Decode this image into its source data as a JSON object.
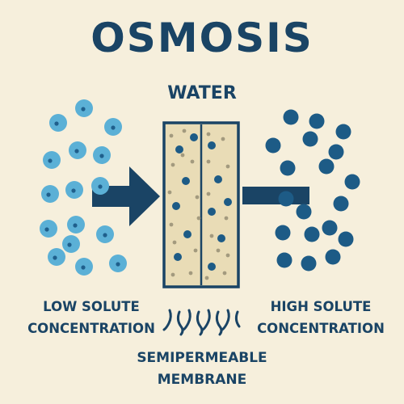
{
  "title": "OSMOSIS",
  "water_label": "WATER",
  "left_label": {
    "line1": "LOW SOLUTE",
    "line2": "CONCENTRATION"
  },
  "right_label": {
    "line1": "HIGH SOLUTE",
    "line2": "CONCENTRATION"
  },
  "membrane_label": {
    "line1": "SEMIPERMEABLE",
    "line2": "MEMBRANE"
  },
  "colors": {
    "background": "#f6efdc",
    "text": "#1a4465",
    "arrow": "#1a4465",
    "light_particle": "#5bb0d6",
    "light_particle_core": "#1f5f8c",
    "dark_particle": "#1d5b86",
    "membrane_fill": "#e9dcb6",
    "membrane_border": "#1a4465",
    "pore_dot": "#a39a7e"
  },
  "icons": [
    "arrow-right-icon",
    "water-ripple-icon"
  ]
}
